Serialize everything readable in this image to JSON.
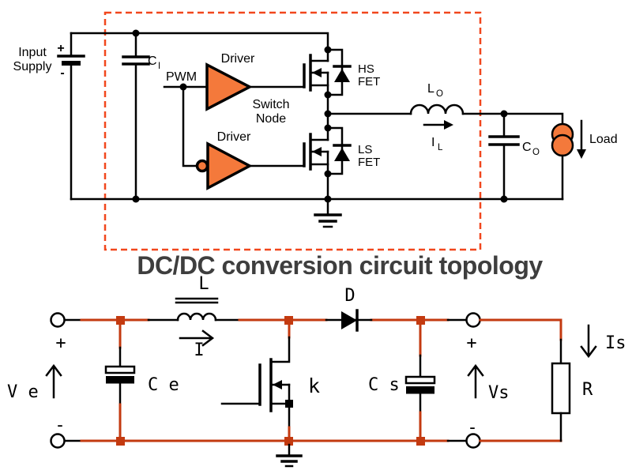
{
  "title": {
    "text": "DC/DC conversion circuit topology"
  },
  "colors": {
    "driver_orange": "#F4793B",
    "wire_red": "#C33A10",
    "dashed_border_orange": "#F1471D",
    "title_gray": "#3E3E3E"
  },
  "top_circuit": {
    "input_supply": {
      "line1": "Input",
      "line2": "Supply",
      "plus": "+",
      "minus": "-"
    },
    "input_capacitor": {
      "label": "C",
      "sub": "I"
    },
    "pwm": "PWM",
    "high_side_driver": "Driver",
    "low_side_driver": "Driver",
    "switch_node": {
      "line1": "Switch",
      "line2": "Node"
    },
    "hs_fet": {
      "line1": "HS",
      "line2": "FET"
    },
    "ls_fet": {
      "line1": "LS",
      "line2": "FET"
    },
    "output_inductor": {
      "label": "L",
      "sub": "O"
    },
    "inductor_current": {
      "label": "I",
      "sub": "L"
    },
    "output_capacitor": {
      "label": "C",
      "sub": "O"
    },
    "load": "Load"
  },
  "bottom_circuit": {
    "source_voltage": "V e",
    "source_plus": "+",
    "source_minus": "-",
    "input_capacitor": "C e",
    "inductor": "L",
    "inductor_current": "I",
    "diode": "D",
    "switch": "k",
    "output_capacitor": "C s",
    "output_voltage": "Vs",
    "output_plus": "+",
    "output_minus": "-",
    "load_resistor": "R",
    "load_current": "Is"
  }
}
